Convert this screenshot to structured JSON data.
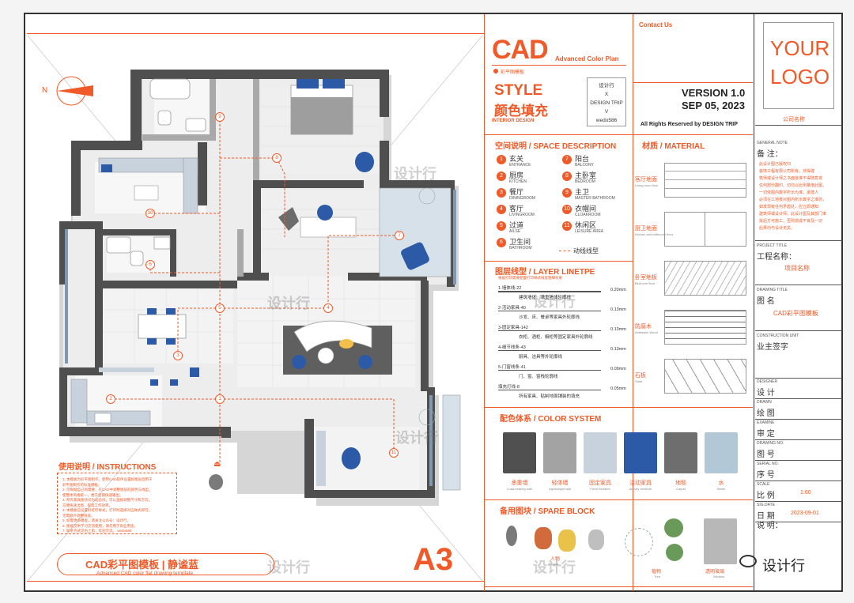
{
  "header": {
    "cad": "CAD",
    "cad_sub": "Advanced Color Plan",
    "badge": "彩平图模板",
    "style": "STYLE",
    "style_cn": "颜色填充",
    "interior": "INTERIOR DESIGN",
    "stamp_lines": [
      "设计行",
      "X",
      "DESIGN TRIP",
      "V",
      "wedo586"
    ],
    "contact": "Contact Us",
    "version": "VERSION 1.0",
    "date": "SEP 05, 2023",
    "rights": "All Rights Reserved by DESIGN TRIP"
  },
  "logo": {
    "line1": "YOUR",
    "line2": "LOGO",
    "company": "公司名称"
  },
  "space": {
    "title": "空间说明 / SPACE DESCRIPTION",
    "items": [
      {
        "num": "1",
        "cn": "玄关",
        "en": "ENTRANCE"
      },
      {
        "num": "2",
        "cn": "厨房",
        "en": "KITCHEN"
      },
      {
        "num": "3",
        "cn": "餐厅",
        "en": "DININGROOM"
      },
      {
        "num": "4",
        "cn": "客厅",
        "en": "LIVINGROOM"
      },
      {
        "num": "5",
        "cn": "过道",
        "en": "AILSE"
      },
      {
        "num": "6",
        "cn": "卫生间",
        "en": "BATHROOM"
      },
      {
        "num": "7",
        "cn": "阳台",
        "en": "BALCONY"
      },
      {
        "num": "8",
        "cn": "主卧室",
        "en": "BEDROOM"
      },
      {
        "num": "9",
        "cn": "主卫",
        "en": "MASTER BATHROOM"
      },
      {
        "num": "10",
        "cn": "衣帽间",
        "en": "CLOAKROOM"
      },
      {
        "num": "11",
        "cn": "休闲区",
        "en": "LEISURE AREA"
      }
    ],
    "flow": "动线线型"
  },
  "material": {
    "title": "材质 / MATERIAL",
    "items": [
      {
        "cn": "客厅地面",
        "en": "Living room floor"
      },
      {
        "cn": "厨卫地面",
        "en": "Kitchen and bathroom floor"
      },
      {
        "cn": "卧室地板",
        "en": "Bedroom floor"
      },
      {
        "cn": "防腐木",
        "en": "Antiseptic Wood"
      },
      {
        "cn": "石板",
        "en": "Slate"
      }
    ]
  },
  "layer": {
    "title": "图层线型 / LAYER LINETPE",
    "note": "根据打印需要配置打印样式线宽粗细效果",
    "rows": [
      {
        "name": "1-墙体线-22",
        "desc": "建筑墙体、承重墙体轮廓线",
        "width": "0.20mm"
      },
      {
        "name": "2-活动家具-40",
        "desc": "沙发、床、餐桌等家具外轮廓线",
        "width": "0.13mm"
      },
      {
        "name": "3-固定家具-142",
        "desc": "衣柜、酒柜、橱柜等固定家具外轮廓线",
        "width": "0.13mm"
      },
      {
        "name": "4-细节线条-43",
        "desc": "厨具、洁具等外轮廓线",
        "width": "0.13mm"
      },
      {
        "name": "5-门窗线条-41",
        "desc": "门、窗、窗栈轮廓线",
        "width": "0.09mm"
      },
      {
        "name": "填充灯线-8",
        "desc": "所有家具、贴制地面铺装的填充",
        "width": "0.05mm"
      }
    ]
  },
  "color": {
    "title": "配色体系 / COLOR SYSTEM",
    "items": [
      {
        "cn": "承重墙",
        "en": "Load-bearing wall",
        "hex": "#505050"
      },
      {
        "cn": "轻体墙",
        "en": "Lightweight wall",
        "hex": "#a3a3a3"
      },
      {
        "cn": "固定家具",
        "en": "Fixed furniture",
        "hex": "#c8d2dc"
      },
      {
        "cn": "活动家具",
        "en": "Activity furniture",
        "hex": "#2d5aa6"
      },
      {
        "cn": "地毯",
        "en": "Carpet",
        "hex": "#6e6e6e"
      },
      {
        "cn": "水",
        "en": "Water",
        "hex": "#b3c8d6"
      }
    ]
  },
  "spare": {
    "title": "备用图块 / SPARE  BLOCK",
    "people": "人物",
    "people_en": "People",
    "trees": "植物",
    "trees_en": "Tree",
    "glass": "透明玻璃",
    "glass_en": "Window"
  },
  "instructions": {
    "title": "使用说明 / INSTRUCTIONS",
    "lines": [
      "1. 本模板为彩平图制作，使用CAD软件设置好图层后用于",
      "   彩平图制作的标准模板。",
      "2. 可根据自己的需要，在CAD中调整图层的颜色与线型，",
      "   使整体风格统一，便于后期快速输出。",
      "3. 所有家具图块均为动态块，可以直接调整尺寸和方向，",
      "   方便快速出图，提高工作效率。",
      "4. 本模板已设置好打印样式，打印时选择对应样式即可，",
      "   无需额外调整线宽。",
      "5. 如需更多模板，请关注公众号：设计行。",
      "6. 图纸仅供学习交流使用，请勿用于商业用途。",
      "7. 联系方式见右上角，欢迎交流。 wedo586"
    ]
  },
  "footer": {
    "title": "CAD彩平图模板 | 静谧蓝",
    "sub": "Advanced CAD color flat drawing template",
    "size": "A3",
    "wechat": "设计行",
    "watermark": "设计行"
  },
  "titleblock": {
    "general_label": "GENERAL NOTE",
    "general_cn": "备 注：",
    "general_lines": [
      "此设计图已版权归",
      "装饰工程有限公司所有，非得建",
      "筑师或设计师之书面批准不得随意将",
      "任何部分翻印。切勿以比例量度此图，",
      "一切依图内数字所示为准。承建人",
      "必须在工地核对图内所示数字之准则，",
      "如发现有任何矛盾处，应立即通知",
      "建筑师或设计师。此设计图及其部门率",
      "批后方可施工。否则造成不良及一切",
      "后果均与设计无关。"
    ],
    "project_label": "PROJECT TITLE",
    "project_cn": "工程名称：",
    "project_value": "项目名称",
    "drawing_label": "DRAWING TITLE",
    "drawing_cn": "图  名",
    "drawing_value": "CAD彩平图模板",
    "unit_label": "CONSTRUCTION UNIT",
    "unit_cn": "业主签字",
    "designer_label": "DESIGNER",
    "designer_cn": "设 计",
    "drawn_label": "DRAWN",
    "drawn_cn": "绘 图",
    "examine_label": "EXAMINE",
    "examine_cn": "审 定",
    "drawno_label": "DRAWING NO.",
    "drawno_cn": "图 号",
    "serial_label": "SERIAL NO.",
    "serial_cn": "序 号",
    "scale_label": "SCALE",
    "scale_cn": "比 例",
    "scale_value": "1:60",
    "date_label": "SIG.DATE",
    "date_cn": "日 期",
    "date_value": "2023-09-01",
    "note_cn": "说 明："
  },
  "plan": {
    "north": "N",
    "markers": [
      "1",
      "2",
      "3",
      "4",
      "5",
      "6",
      "7",
      "8",
      "9",
      "10",
      "11"
    ]
  }
}
